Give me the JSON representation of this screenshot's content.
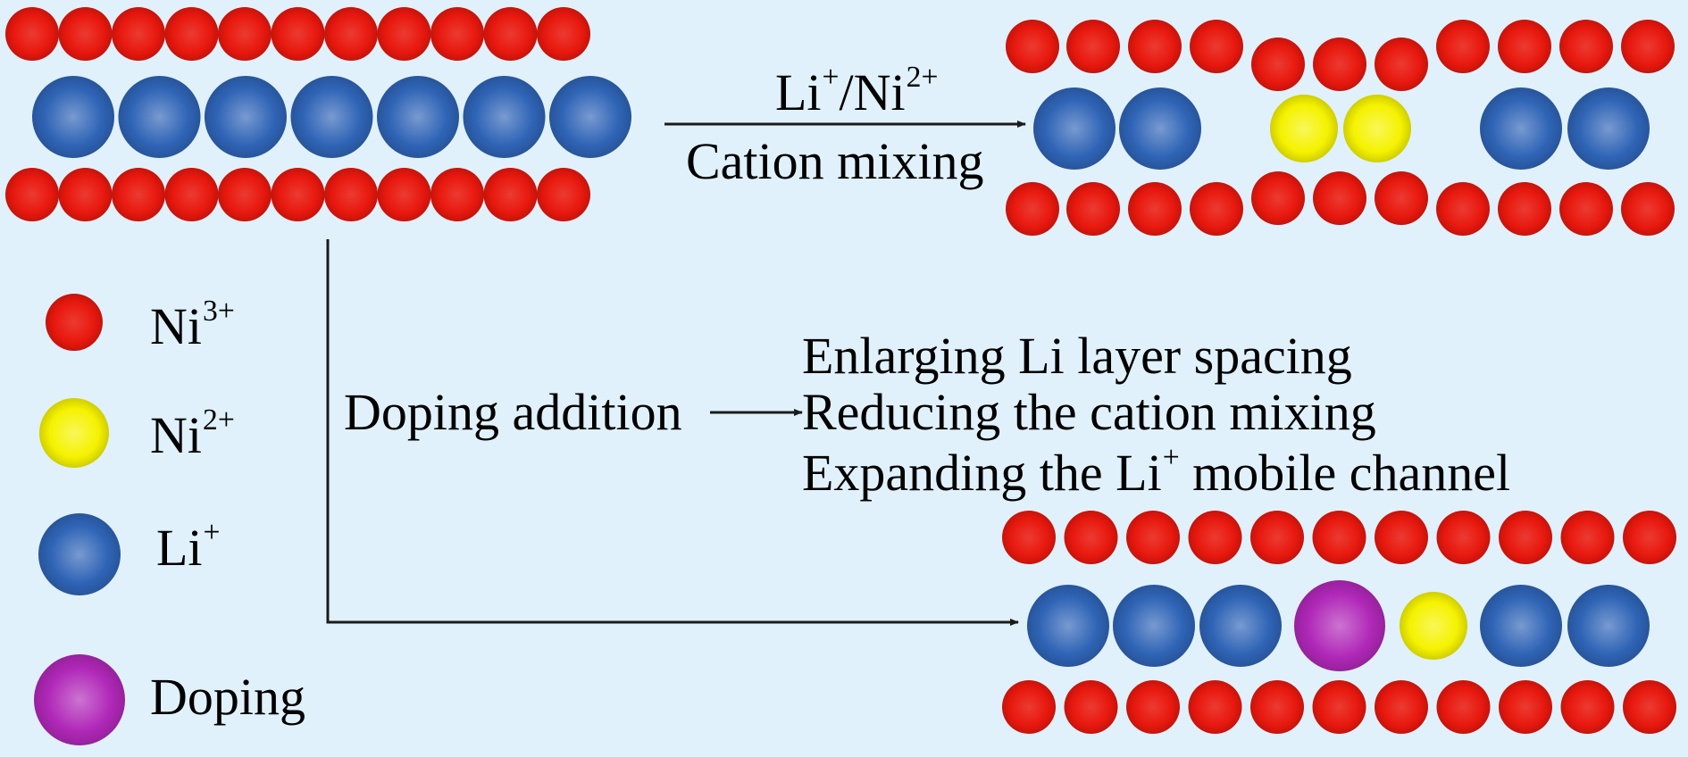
{
  "colors": {
    "background": "#e0f1fb",
    "ni3": "#e8180e",
    "ni2": "#f5f200",
    "li": "#2f64b6",
    "doping": "#b028b8",
    "line": "#1a1a1a"
  },
  "top_arrow": {
    "above_base": "Li",
    "above_sup1": "+",
    "above_mid": "/Ni",
    "above_sup2": "2+",
    "below": "Cation mixing"
  },
  "doping_arrow": {
    "label": "Doping addition",
    "effects": [
      {
        "text": "Enlarging Li layer spacing"
      },
      {
        "text": "Reducing the cation mixing"
      },
      {
        "text": "Expanding the Li",
        "sup": "+",
        "suffix": " mobile channel"
      }
    ]
  },
  "legend": [
    {
      "id": "ni3",
      "base": "Ni",
      "sup": "3+",
      "color_key": "ni3"
    },
    {
      "id": "ni2",
      "base": "Ni",
      "sup": "2+",
      "color_key": "ni2"
    },
    {
      "id": "li",
      "base": "Li",
      "sup": "+",
      "color_key": "li"
    },
    {
      "id": "doping",
      "base": "Doping",
      "sup": "",
      "color_key": "doping"
    }
  ],
  "structures": {
    "pristine": {
      "top_row_count": 11,
      "middle_sequence": [
        "li",
        "li",
        "li",
        "li",
        "li",
        "li",
        "li"
      ],
      "bottom_row_count": 11
    },
    "cation_mixed": {
      "top_row_count": 11,
      "middle_sequence": [
        "li",
        "li",
        "gap",
        "ni2",
        "ni2",
        "gap",
        "li",
        "li"
      ],
      "bottom_row_count": 11
    },
    "doped": {
      "top_row_count": 11,
      "middle_sequence": [
        "li",
        "li",
        "li",
        "doping",
        "ni2",
        "li",
        "li"
      ],
      "bottom_row_count": 11
    }
  }
}
